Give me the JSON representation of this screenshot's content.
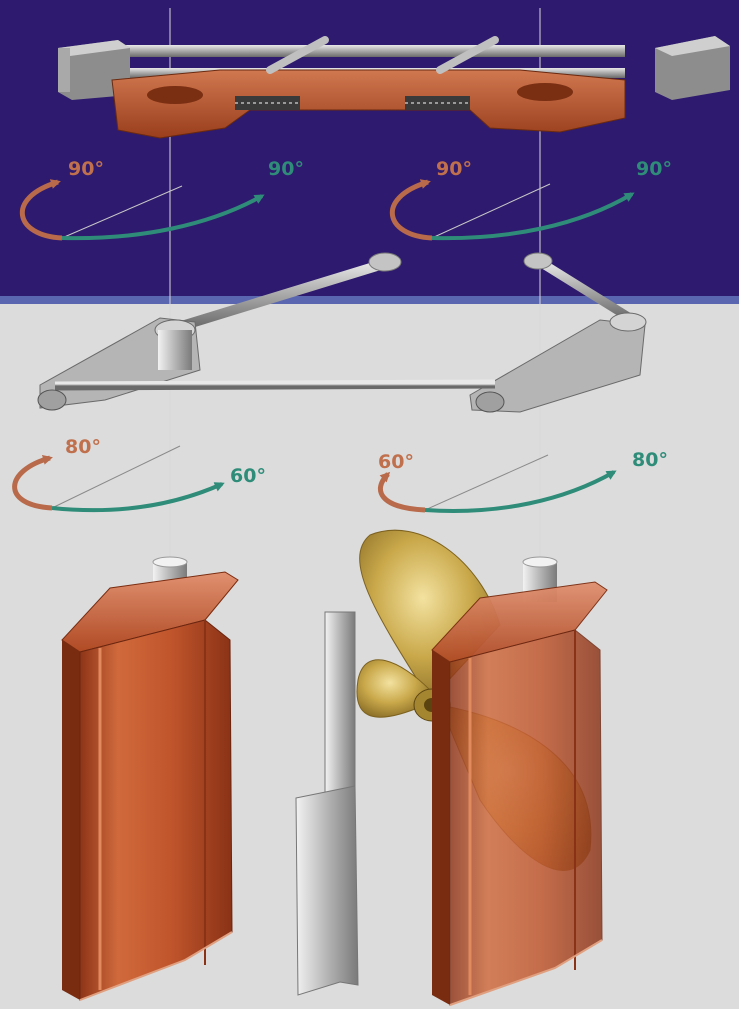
{
  "colors": {
    "top_background": "#2e1a6e",
    "bottom_background": "#dcdcdc",
    "divider": "#5a66b0",
    "port_arrow": "#b86a4a",
    "starboard_arrow": "#2e8c78",
    "rudder_copper": "#c25a32",
    "propeller_bronze": "#c9a84a",
    "steel": "#b8b8b8"
  },
  "angles": {
    "top_left_port": "90°",
    "top_left_starboard": "90°",
    "top_right_port": "90°",
    "top_right_starboard": "90°",
    "mid_left_port": "80°",
    "mid_left_starboard": "60°",
    "mid_right_port": "60°",
    "mid_right_starboard": "80°"
  },
  "icons": {
    "actuator": "steering-gear-icon",
    "linkage": "tiller-linkage-icon",
    "rudder": "rudder-blade-icon",
    "propeller": "propeller-icon"
  }
}
